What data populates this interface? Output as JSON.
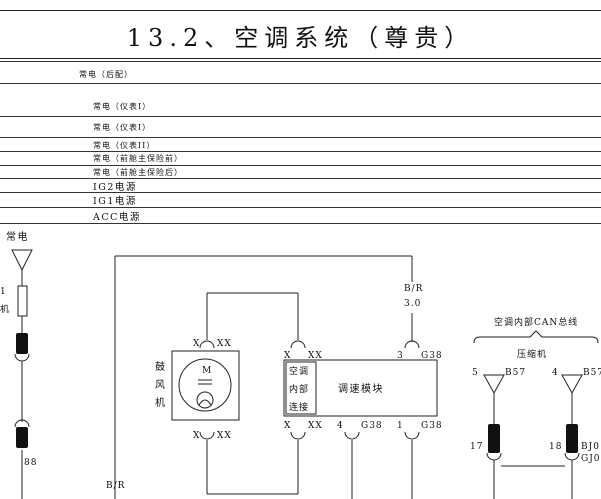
{
  "title": "13.2、空调系统（尊贵）",
  "buses": [
    {
      "label": "常电（后配）"
    },
    {
      "label": "常电（仪表I）"
    },
    {
      "label": "常电（仪表I）"
    },
    {
      "label": "常电（仪表II）"
    },
    {
      "label": "常电（前舱主保险前）"
    },
    {
      "label": "常电（前舱主保险后）"
    },
    {
      "label": "IG2电源"
    },
    {
      "label": "IG1电源"
    },
    {
      "label": "ACC电源"
    }
  ],
  "left": {
    "supply": "常电",
    "fuse_num": "1",
    "fuse_text": "机",
    "pin": "88",
    "wire": "B/R"
  },
  "blower": {
    "label_line1": "鼓",
    "label_line2": "风",
    "label_line3": "机",
    "motor_letter": "M",
    "top_pin_left": "X",
    "top_pin_right": "XX",
    "bottom_pin_left": "X",
    "bottom_pin_right": "XX"
  },
  "speed_module": {
    "label": "调速模块",
    "connector_label_1": "空",
    "connector_label_2": "调",
    "connector_label_3": "内部",
    "connector_label_4": "连接",
    "connector_line1": "空调",
    "connector_line2": "内部",
    "connector_line3": "连接",
    "top_left_pin_a": "X",
    "top_left_pin_b": "XX",
    "top_right_pin_num": "3",
    "top_right_pin_conn": "G38",
    "bottom_left_pin_a": "X",
    "bottom_left_pin_b": "XX",
    "bottom_mid_pin_num": "4",
    "bottom_mid_pin_conn": "G38",
    "bottom_right_pin_num": "1",
    "bottom_right_pin_conn": "G38"
  },
  "supply_wire": {
    "color": "B/R",
    "size": "3.0"
  },
  "can_group": {
    "title": "空调内部CAN总线",
    "compressor": "压缩机",
    "pin5_num": "5",
    "pin5_conn": "B57",
    "pin4_num": "4",
    "pin4_conn": "B57",
    "pin17": "17",
    "pin18": "18",
    "conn_bj": "BJ0",
    "conn_gj": "GJ0"
  },
  "colors": {
    "line": "#222222",
    "connector": "#111111"
  }
}
